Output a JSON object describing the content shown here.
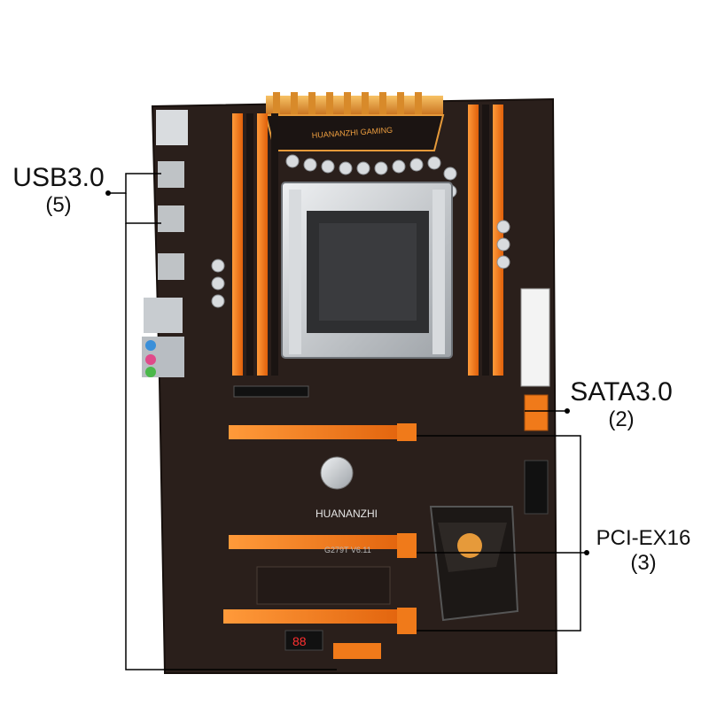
{
  "board": {
    "brand_plate": "HUANANZHI GAMING",
    "chipset_brand": "HUANANZHI",
    "model": "G279T V6.11",
    "debug_display": "88"
  },
  "labels": {
    "usb": {
      "title": "USB3.0",
      "count": "(5)"
    },
    "sata": {
      "title": "SATA3.0",
      "count": "(2)"
    },
    "pcie": {
      "title": "PCI-EX16",
      "count": "(3)"
    }
  },
  "colors": {
    "pcb": "#2a1f1b",
    "accent_orange": "#f07a1a",
    "heatsink_gold": "#e69a3a",
    "socket_silver": "#c9ccd0",
    "leader_line": "#000000"
  }
}
